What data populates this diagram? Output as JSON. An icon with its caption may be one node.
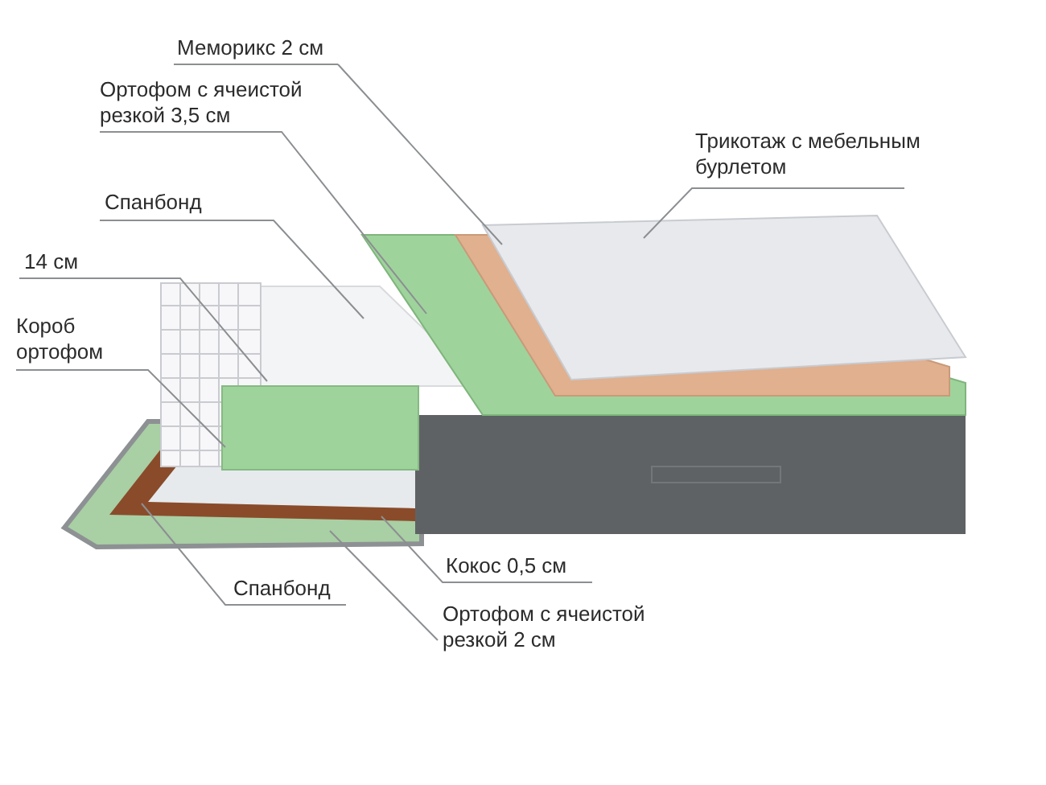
{
  "diagram": {
    "nodes": [
      {
        "text": [
          "Меморикс 2 см"
        ]
      },
      {
        "text": [
          "Трикотаж с мебельным бурлетом"
        ]
      },
      {
        "text": [
          "Ортофом с ячеистой резкой 3,5 см"
        ]
      },
      {
        "text": [
          "Спанбонд"
        ]
      },
      {
        "text": [
          "14 см"
        ]
      },
      {
        "text": [
          "Короб ортофом"
        ]
      },
      {
        "text": [
          "Кокос 0,5 см"
        ]
      },
      {
        "text": [
          "Спанбонд"
        ]
      },
      {
        "text": [
          "Ортофом с ячеистой резкой 2 см"
        ]
      }
    ],
    "edges": [
      {
        "from": 0,
        "to": null,
        "arrow": "none"
      },
      {
        "from": 1,
        "to": null,
        "arrow": "none"
      },
      {
        "from": 2,
        "to": null,
        "arrow": "none"
      },
      {
        "from": 3,
        "to": null,
        "arrow": "none"
      },
      {
        "from": 4,
        "to": null,
        "arrow": "none"
      },
      {
        "from": 5,
        "to": null,
        "arrow": "none"
      },
      {
        "from": 6,
        "to": null,
        "arrow": "none"
      },
      {
        "from": 7,
        "to": null,
        "arrow": "none"
      },
      {
        "from": 8,
        "to": null,
        "arrow": "none"
      }
    ]
  }
}
